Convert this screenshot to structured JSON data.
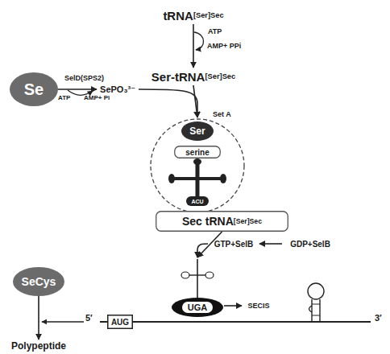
{
  "diagram": {
    "nodes": [
      {
        "text": [
          "tRNA",
          "[Ser]Sec"
        ]
      },
      {
        "text": [
          "Ser-tRNA",
          "[Ser]Sec"
        ]
      },
      {
        "text": [
          "Se"
        ]
      },
      {
        "text": [
          "SePO₃³⁻"
        ]
      },
      {
        "text": [
          "ACU"
        ]
      },
      {
        "text": [
          "Ser"
        ],
        "in": 4
      },
      {
        "text": [
          "serine"
        ],
        "in": 4
      },
      {
        "text": [
          "Sec tRNA",
          "[Ser]Sec"
        ]
      },
      {
        "text": [
          "GTP+SelB"
        ]
      },
      {
        "text": [
          "GDP+SelB"
        ]
      },
      {
        "text": [
          "UGA"
        ]
      },
      {
        "text": [
          "SECIS"
        ]
      },
      {
        "text": [
          "AUG"
        ]
      },
      {
        "text": [
          "SeCys"
        ]
      },
      {
        "text": [
          "Polypeptide"
        ]
      }
    ],
    "edges": [
      {
        "from": 0,
        "to": 1,
        "arrow": "to"
      },
      {
        "from": 1,
        "to": 4,
        "arrow": "to"
      },
      {
        "from": 2,
        "to": 3,
        "label": "SelD(SPS2)",
        "arrow": "to"
      },
      {
        "from": 3,
        "to": 4,
        "label": "Set A",
        "arrow": "to"
      },
      {
        "from": 7,
        "to": 10,
        "arrow": "to"
      },
      {
        "from": 9,
        "to": 8,
        "arrow": "to"
      },
      {
        "from": 8,
        "to": 10,
        "arrow": "to"
      },
      {
        "from": 10,
        "to": 11,
        "arrow": "to"
      },
      {
        "from": 13,
        "to": 14,
        "arrow": "to"
      }
    ],
    "labels": [
      "ATP",
      "AMP+ PPi",
      "ATP",
      "AMP+ Pi",
      "5′",
      "3′"
    ]
  }
}
